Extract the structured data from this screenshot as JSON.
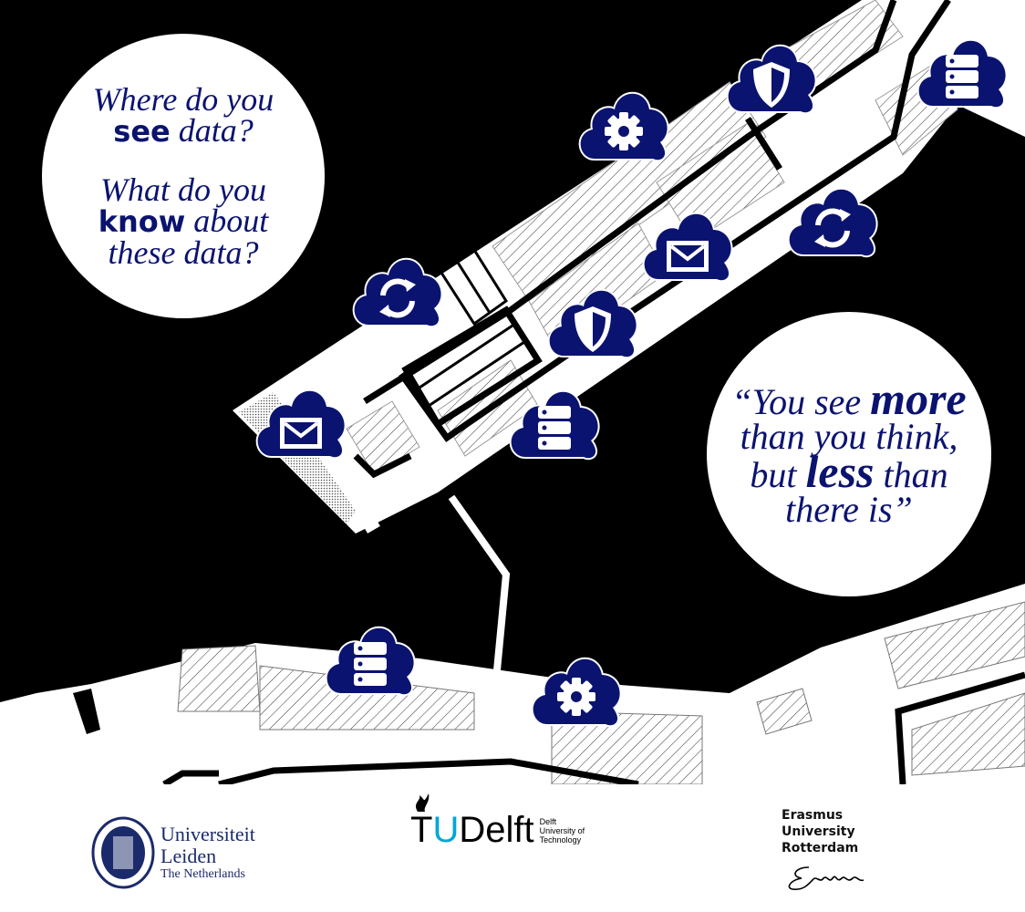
{
  "colors": {
    "navy": "#0b1370",
    "tu_blue": "#00a6d6"
  },
  "bubble_left": {
    "q1_part1": "Where do you",
    "q1_bold": "see",
    "q1_part2": "data?",
    "q2_part1": "What do you",
    "q2_bold": "know",
    "q2_part2": "about",
    "q2_part3": "these data?"
  },
  "bubble_right": {
    "part1": "“You see",
    "bold1": "more",
    "part2": "than you think,",
    "part3": "but",
    "bold2": "less",
    "part4": "than",
    "part5": "there is”"
  },
  "icons": [
    "cloud-gear",
    "cloud-shield",
    "cloud-server",
    "cloud-sync",
    "cloud-mail",
    "cloud-sync",
    "cloud-shield",
    "cloud-mail",
    "cloud-server",
    "cloud-server",
    "cloud-gear"
  ],
  "logos": {
    "leiden": {
      "line1": "Universiteit",
      "line2": "Leiden",
      "line3": "The Netherlands"
    },
    "tudelft": {
      "t": "T",
      "u": "U",
      "delft": "Delft",
      "small1": "Delft",
      "small2": "University of",
      "small3": "Technology"
    },
    "erasmus": {
      "line1": "Erasmus",
      "line2": "University",
      "line3": "Rotterdam",
      "signature": "Erasmus"
    }
  }
}
